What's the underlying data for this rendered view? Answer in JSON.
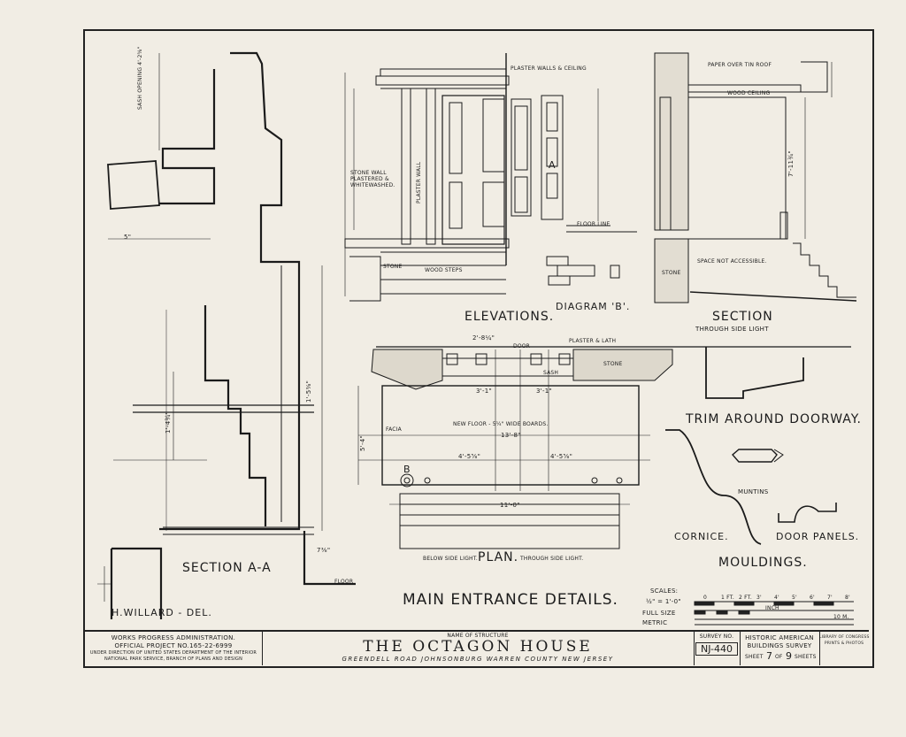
{
  "sheet": {
    "main_title": "MAIN ENTRANCE DETAILS.",
    "delineator": "H.WILLARD - DEL."
  },
  "views": {
    "section_aa": "SECTION A-A",
    "elevations": "ELEVATIONS.",
    "diagram_b": "DIAGRAM 'B'.",
    "section": "SECTION",
    "section_sub": "THROUGH SIDE LIGHT",
    "plan": "PLAN.",
    "plan_left": "BELOW SIDE LIGHT.",
    "plan_right": "THROUGH SIDE LIGHT.",
    "trim": "TRIM AROUND DOORWAY.",
    "muntins": "MUNTINS",
    "cornice": "CORNICE.",
    "door_panels": "DOOR PANELS.",
    "mouldings": "MOULDINGS."
  },
  "notes": {
    "plaster_walls": "PLASTER WALLS & CEILING",
    "stone_wall": "STONE WALL PLASTERED & WHITEWASHED.",
    "plaster_wall": "PLASTER WALL",
    "wood_steps": "WOOD STEPS",
    "stone": "STONE",
    "floor_line": "FLOOR LINE",
    "paper_roof": "PAPER OVER TIN ROOF",
    "wood_ceiling": "WOOD CEILING",
    "not_accessible": "SPACE NOT ACCESSIBLE.",
    "plaster_lath": "PLASTER & LATH",
    "door": "DOOR",
    "sash": "SASH",
    "new_floor": "NEW FLOOR - 5¼\" WIDE BOARDS.",
    "facia": "FACIA",
    "floor": "FLOOR",
    "sash_opening": "SASH OPENING 4'-2⅝\"",
    "marker_a": "A",
    "marker_b": "B"
  },
  "dims": {
    "d_5": "5\"",
    "d_1_5_3_8": "1'-5⅜\"",
    "d_1_4_3_4": "1'-4¾\"",
    "d_7_3_8": "7⅜\"",
    "d_13_8": "13'-8\"",
    "d_3_1_left": "3'-1\"",
    "d_3_1_right": "3'-1\"",
    "d_4_5_5_8_left": "4'-5⅝\"",
    "d_4_5_5_8_right": "4'-5⅝\"",
    "d_11_0": "11'-0\"",
    "d_2_8_1_4": "2'-8¼\"",
    "d_7_11_3_4": "7'-11¾\"",
    "d_5_4": "5'-4\""
  },
  "scales": {
    "label": "SCALES:",
    "s1": "½\" = 1'-0\"",
    "s2": "FULL SIZE",
    "s3": "METRIC",
    "ft_marks": [
      "0",
      "1 FT.",
      "2 FT.",
      "3'",
      "4'",
      "5'",
      "6'",
      "7'",
      "8'"
    ],
    "inch": "INCH",
    "cm": "10 M."
  },
  "titleblock": {
    "wpa_1": "WORKS PROGRESS ADMINISTRATION.",
    "wpa_2": "OFFICIAL PROJECT NO.165-22-6999",
    "wpa_3": "UNDER DIRECTION OF UNITED STATES DEPARTMENT OF THE INTERIOR",
    "wpa_4": "NATIONAL PARK SERVICE, BRANCH OF PLANS AND DESIGN",
    "name_label": "NAME OF STRUCTURE",
    "name": "THE OCTAGON HOUSE",
    "location": "GREENDELL ROAD JOHNSONBURG WARREN COUNTY NEW JERSEY",
    "survey_label": "SURVEY NO.",
    "survey_no": "NJ-440",
    "habs_1": "HISTORIC AMERICAN",
    "habs_2": "BUILDINGS SURVEY",
    "sheet_label": "SHEET",
    "sheet_no": "7",
    "sheet_of": "OF",
    "sheet_total": "9",
    "sheets_label": "SHEETS",
    "loc_1": "LIBRARY OF CONGRESS",
    "loc_2": "PRINTS & PHOTOS"
  }
}
